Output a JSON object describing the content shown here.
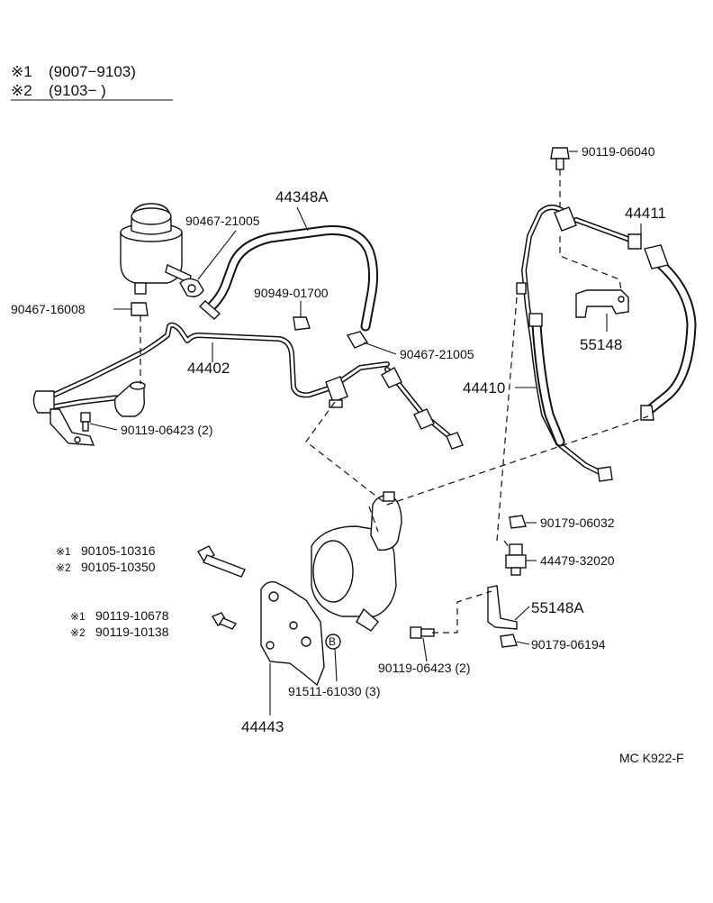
{
  "legend": {
    "row1_mark": "※1",
    "row1_range": "(9007−9103)",
    "row2_mark": "※2",
    "row2_range": "(9103−        )"
  },
  "labels": {
    "p44348A": "44348A",
    "p90467_21005_top": "90467-21005",
    "p90467_16008": "90467-16008",
    "p90949_01700": "90949-01700",
    "p90467_21005_mid": "90467-21005",
    "p44402": "44402",
    "p90119_06423_left": "90119-06423  (2)",
    "p90119_06040": "90119-06040",
    "p44411": "44411",
    "p55148": "55148",
    "p44410": "44410",
    "p90179_06032": "90179-06032",
    "p44479_32020": "44479-32020",
    "p55148A": "55148A",
    "p90179_06194": "90179-06194",
    "p90119_06423_right": "90119-06423  (2)",
    "p91511_61030": "91511-61030  (3)",
    "p44443": "44443",
    "bolt1_mark1": "※1",
    "bolt1_pn1": "90105-10316",
    "bolt1_mark2": "※2",
    "bolt1_pn2": "90105-10350",
    "bolt2_mark1": "※1",
    "bolt2_pn1": "90119-10678",
    "bolt2_mark2": "※2",
    "bolt2_pn2": "90119-10138",
    "b_symbol": "B"
  },
  "code": "MC K922-F"
}
